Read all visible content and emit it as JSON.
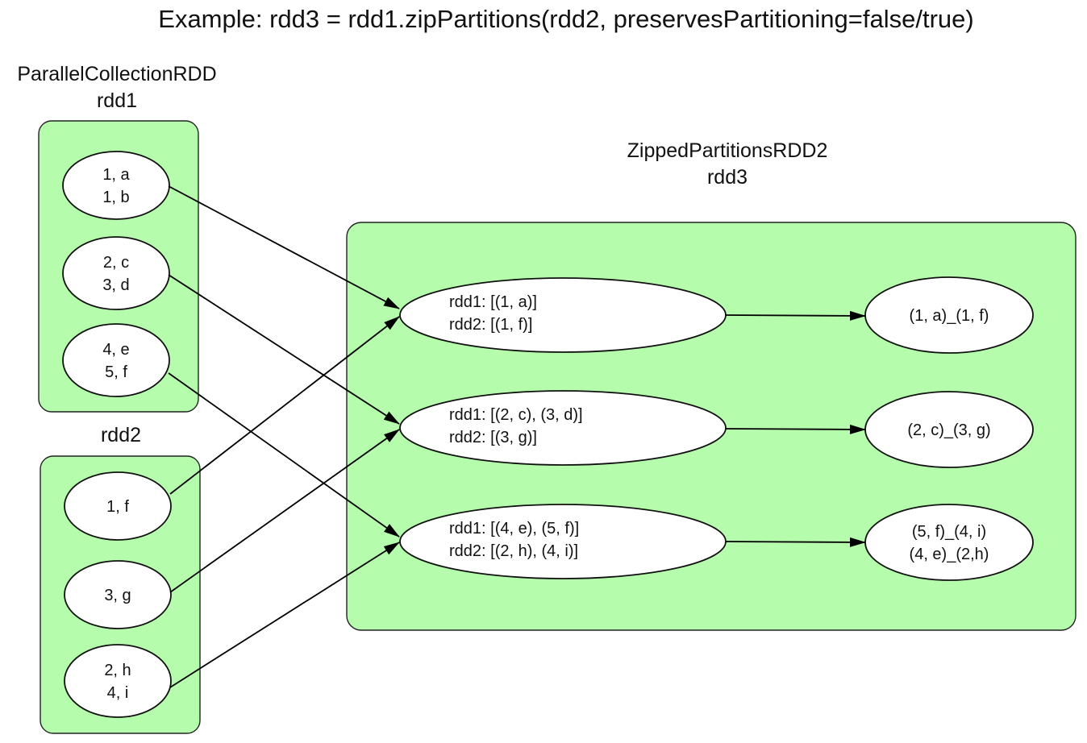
{
  "title": "Example: rdd3 = rdd1.zipPartitions(rdd2, preservesPartitioning=false/true)",
  "colors": {
    "group_fill": "#b5fcac",
    "node_fill": "#ffffff",
    "stroke": "#111111"
  },
  "rdd1": {
    "label_line1": "ParallelCollectionRDD",
    "label_line2": "rdd1",
    "partitions": [
      {
        "line1": "1, a",
        "line2": "1, b"
      },
      {
        "line1": "2, c",
        "line2": "3, d"
      },
      {
        "line1": "4, e",
        "line2": "5, f"
      }
    ]
  },
  "rdd2": {
    "label_line1": "rdd2",
    "partitions": [
      {
        "line1": "1, f"
      },
      {
        "line1": "3, g"
      },
      {
        "line1": "2, h",
        "line2": "4, i"
      }
    ]
  },
  "rdd3": {
    "label_line1": "ZippedPartitionsRDD2",
    "label_line2": "rdd3",
    "zipped": [
      {
        "line1": "rdd1: [(1, a)]",
        "line2": "rdd2: [(1, f)]"
      },
      {
        "line1": "rdd1: [(2, c), (3, d)]",
        "line2": "rdd2: [(3, g)]"
      },
      {
        "line1": "rdd1: [(4, e), (5, f)]",
        "line2": "rdd2: [(2, h), (4, i)]"
      }
    ],
    "results": [
      {
        "line1": "(1, a)_(1, f)"
      },
      {
        "line1": "(2, c)_(3, g)"
      },
      {
        "line1": "(5, f)_(4, i)",
        "line2": "(4, e)_(2,h)"
      }
    ]
  }
}
